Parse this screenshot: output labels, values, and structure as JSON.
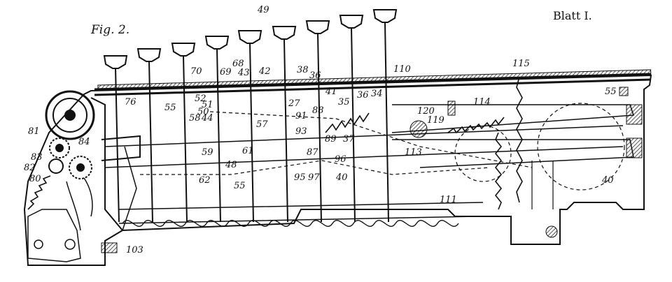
{
  "figure_label": "Fig. 2.",
  "sheet_label": "Blatt I.",
  "labels": [
    "49",
    "115",
    "110",
    "70",
    "69",
    "68",
    "43",
    "42",
    "38",
    "36",
    "41",
    "35",
    "36",
    "34",
    "120",
    "119",
    "114",
    "55",
    "76",
    "52",
    "51",
    "50",
    "44",
    "58",
    "55",
    "57",
    "91",
    "88",
    "27",
    "89",
    "37",
    "93",
    "87",
    "59",
    "61",
    "48",
    "62",
    "55",
    "95",
    "97",
    "96",
    "40",
    "113",
    "111",
    "40",
    "81",
    "83",
    "84",
    "82",
    "80",
    "103"
  ]
}
